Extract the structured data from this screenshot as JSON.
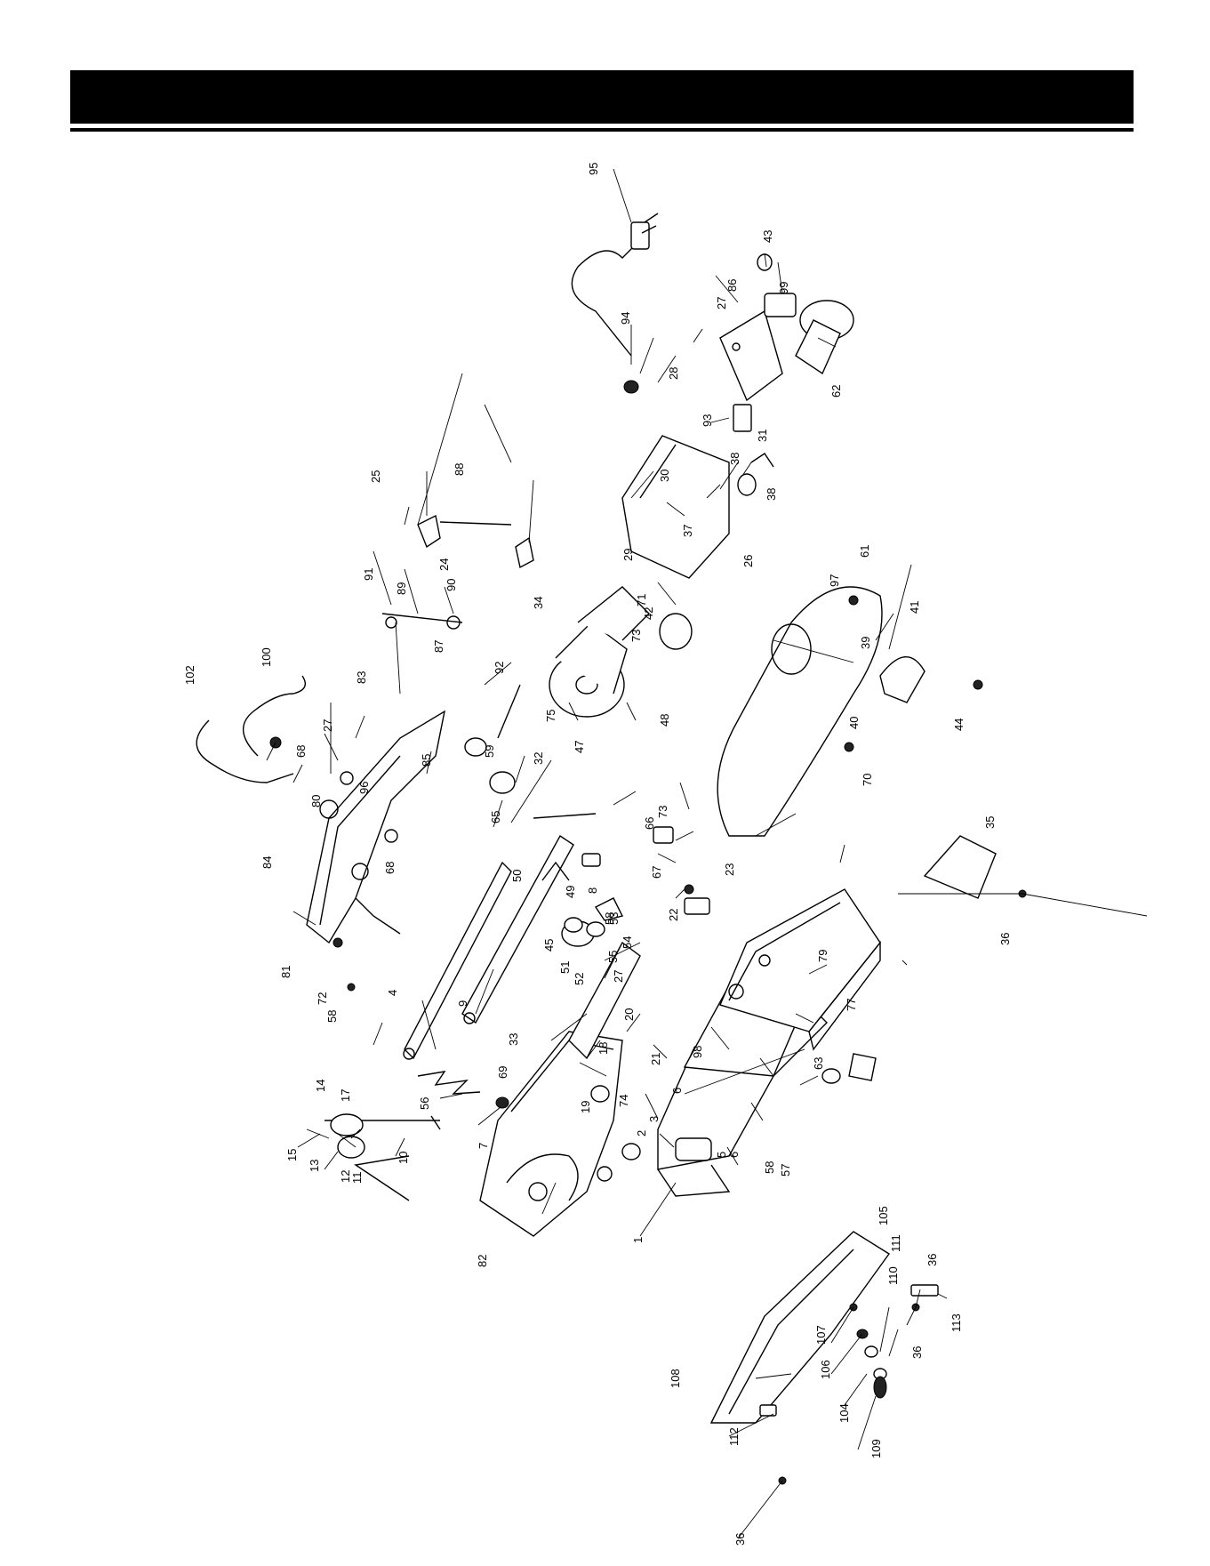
{
  "page": {
    "header_title": ""
  },
  "diagram": {
    "callouts": [
      "1",
      "2",
      "3",
      "4",
      "5",
      "6",
      "6",
      "7",
      "8",
      "9",
      "10",
      "11",
      "12",
      "13",
      "14",
      "15",
      "17",
      "18",
      "19",
      "20",
      "21",
      "22",
      "23",
      "24",
      "25",
      "26",
      "27",
      "27",
      "27",
      "27",
      "28",
      "29",
      "30",
      "31",
      "32",
      "33",
      "34",
      "35",
      "36",
      "36",
      "36",
      "36",
      "37",
      "38",
      "38",
      "39",
      "40",
      "41",
      "42",
      "43",
      "44",
      "45",
      "47",
      "48",
      "49",
      "50",
      "51",
      "52",
      "53",
      "54",
      "55",
      "56",
      "57",
      "58",
      "58",
      "58",
      "59",
      "61",
      "62",
      "63",
      "65",
      "66",
      "67",
      "68",
      "68",
      "69",
      "70",
      "71",
      "72",
      "73",
      "73",
      "74",
      "75",
      "77",
      "79",
      "80",
      "81",
      "82",
      "83",
      "84",
      "85",
      "86",
      "87",
      "88",
      "89",
      "90",
      "91",
      "92",
      "93",
      "94",
      "95",
      "96",
      "97",
      "98",
      "99",
      "100",
      "102",
      "104",
      "105",
      "106",
      "107",
      "108",
      "109",
      "110",
      "111",
      "112",
      "113"
    ]
  }
}
